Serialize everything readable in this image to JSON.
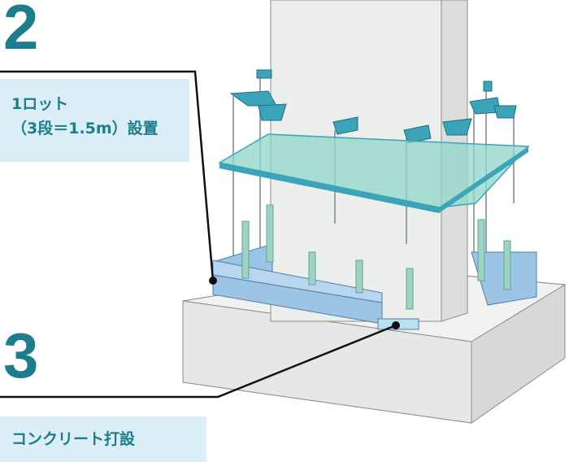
{
  "steps": [
    {
      "number": "2",
      "text_line1": "1ロット",
      "text_line2": "（3段＝1.5m）設置"
    },
    {
      "number": "3",
      "text_line1": "コンクリート打設"
    }
  ],
  "colors": {
    "number": "#1d7d8c",
    "callout_bg": "#dbeef6",
    "callout_text": "#1d7d8c",
    "column": "#e9ecea",
    "footing": "#e4e6e4",
    "bracket": "#3ba4b8",
    "platform": "#8fd6c8",
    "panel": "#9cc4e4",
    "rebar": "#9fd2c4"
  }
}
